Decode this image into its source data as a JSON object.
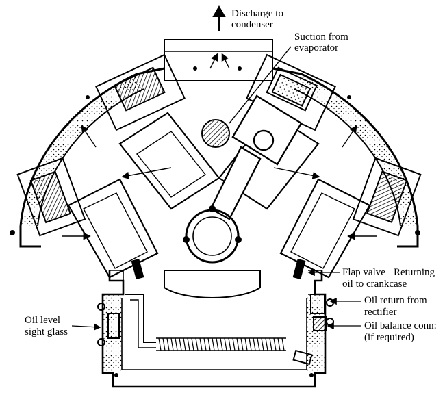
{
  "labels": {
    "discharge_line1": "Discharge to",
    "discharge_line2": "condenser",
    "suction_line1": "Suction from",
    "suction_line2": "evaporator",
    "flap_valve": "Flap valve",
    "returning_line1": "Returning",
    "returning_line2": "oil to crankcase",
    "oil_return_line1": "Oil return from",
    "oil_return_line2": "rectifier",
    "oil_balance_line1": "Oil balance conn:",
    "oil_balance_line2": "(if required)",
    "oil_level_line1": "Oil level",
    "oil_level_line2": "sight glass"
  },
  "colors": {
    "ink": "#000000",
    "paper": "#ffffff"
  }
}
